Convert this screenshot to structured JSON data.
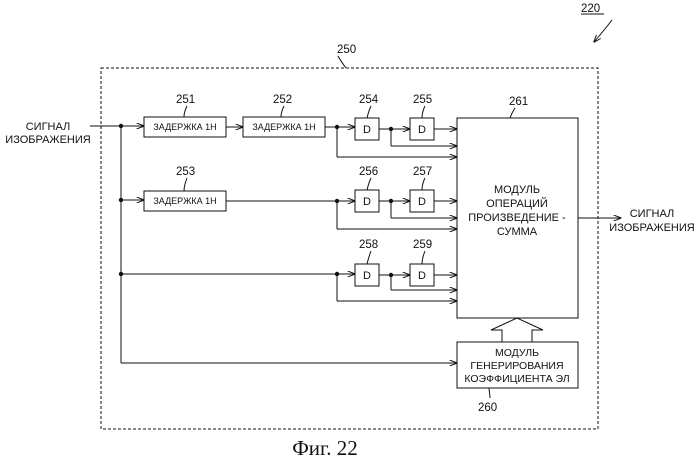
{
  "diagram": {
    "ref_number": "220",
    "enclosure_number": "250",
    "input_label": [
      "СИГНАЛ",
      "ИЗОБРАЖЕНИЯ"
    ],
    "output_label": [
      "СИГНАЛ",
      "ИЗОБРАЖЕНИЯ"
    ],
    "delays": [
      {
        "number": "251",
        "label": "ЗАДЕРЖКА 1Н"
      },
      {
        "number": "252",
        "label": "ЗАДЕРЖКА 1Н"
      },
      {
        "number": "253",
        "label": "ЗАДЕРЖКА 1Н"
      }
    ],
    "d_label": "D",
    "d_blocks": [
      "254",
      "255",
      "256",
      "257",
      "258",
      "259"
    ],
    "product_sum": {
      "number": "261",
      "lines": [
        "МОДУЛЬ",
        "ОПЕРАЦИЙ",
        "ПРОИЗВЕДЕНИЕ -",
        "СУММА"
      ]
    },
    "coef_gen": {
      "number": "260",
      "lines": [
        "МОДУЛЬ",
        "ГЕНЕРИРОВАНИЯ",
        "КОЭФФИЦИЕНТА ЭЛ"
      ]
    },
    "caption": "Фиг. 22"
  },
  "colors": {
    "line": "#111111",
    "background": "#ffffff"
  }
}
